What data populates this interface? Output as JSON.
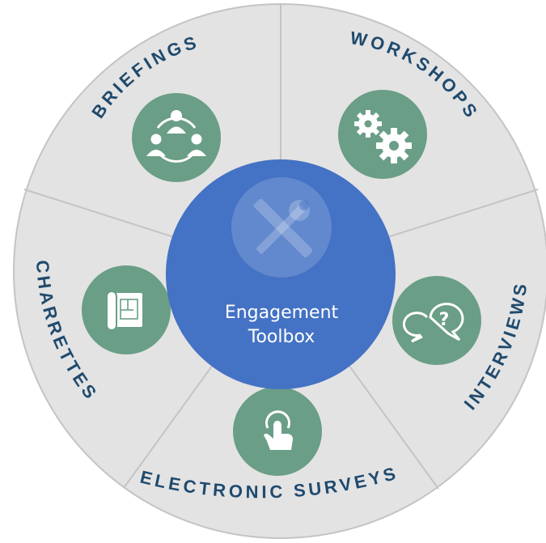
{
  "title": "Engagement Toolbox",
  "center": {
    "line1": "Engagement",
    "line2": "Toolbox",
    "icon": "tools-icon"
  },
  "segments": [
    {
      "label": "BRIEFINGS",
      "icon": "team-meeting-icon"
    },
    {
      "label": "WORKSHOPS",
      "icon": "gears-icon"
    },
    {
      "label": "INTERVIEWS",
      "icon": "question-chat-icon"
    },
    {
      "label": "ELECTRONIC SURVEYS",
      "icon": "touch-pointer-icon"
    },
    {
      "label": "CHARRETTES",
      "icon": "blueprint-plan-icon"
    }
  ],
  "colors": {
    "ring": "#e3e3e3",
    "ring_stroke": "#c4c4c4",
    "icon_circle": "#6a9e86",
    "center": "#4472c4",
    "label": "#1f4a6e"
  }
}
